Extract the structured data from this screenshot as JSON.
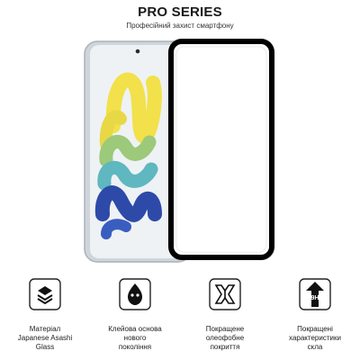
{
  "header": {
    "title": "PRO SERIES",
    "subtitle": "Професійний захист смартфону"
  },
  "colors": {
    "frame": "#000000",
    "phone_body": "#cfd5db",
    "screen_bg": "#eef2f4",
    "yellow": "#f2e14a",
    "green": "#9cc97a",
    "teal": "#5fb7bf",
    "blue": "#2d4aa8"
  },
  "features": [
    {
      "icon": "layers-icon",
      "lines": [
        "Матеріал",
        "Japanese Asashi",
        "Glass"
      ]
    },
    {
      "icon": "oleophobic-drop-icon",
      "lines": [
        "Клейова основа",
        "нового",
        "покоління"
      ]
    },
    {
      "icon": "glass-shield-icon",
      "lines": [
        "Покращене",
        "олеофобне",
        "покриття"
      ]
    },
    {
      "icon": "hardness-arrow-icon",
      "icon_text": "9H",
      "lines": [
        "Покращені",
        "характеристики",
        "скла"
      ]
    }
  ]
}
